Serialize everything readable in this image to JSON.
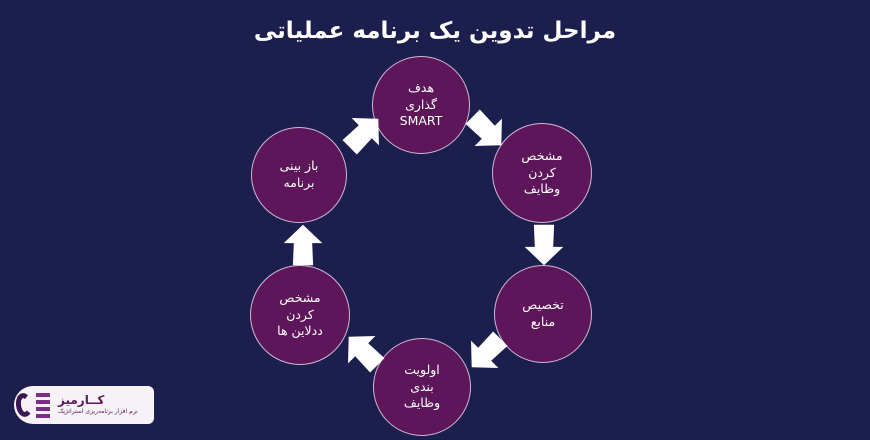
{
  "slide": {
    "title": "مراحل تدوین یک برنامه عملیاتی",
    "background_color": "#1c1e4e",
    "title_color": "#ffffff",
    "node_fill_color": "#5d1659",
    "node_border_color": "#cdb8d6",
    "arrow_color": "#ffffff"
  },
  "cycle": {
    "nodes": [
      {
        "id": "goal-setting-smart",
        "label": "هدف\nگذاری\nSMART",
        "position": "top"
      },
      {
        "id": "define-tasks",
        "label": "مشخص\nکردن\nوظایف",
        "position": "top-right"
      },
      {
        "id": "allocate-resources",
        "label": "تخصیص\nمنابع",
        "position": "bottom-right"
      },
      {
        "id": "prioritize-tasks",
        "label": "اولویت\nبندی\nوظایف",
        "position": "bottom"
      },
      {
        "id": "define-deadlines",
        "label": "مشخص\nکردن\nددلاین ها",
        "position": "bottom-left"
      },
      {
        "id": "review-plan",
        "label": "باز بینی\nبرنامه",
        "position": "top-left"
      }
    ],
    "arrows": [
      {
        "id": "arrow-goal-to-tasks",
        "icon": "arrow-down-right-icon"
      },
      {
        "id": "arrow-tasks-to-resources",
        "icon": "arrow-down-icon"
      },
      {
        "id": "arrow-resources-to-priority",
        "icon": "arrow-down-left-icon"
      },
      {
        "id": "arrow-priority-to-deadlines",
        "icon": "arrow-up-left-icon"
      },
      {
        "id": "arrow-deadlines-to-review",
        "icon": "arrow-up-icon"
      },
      {
        "id": "arrow-review-to-goal",
        "icon": "arrow-up-right-icon"
      }
    ]
  },
  "logo": {
    "name": "کــارمیز",
    "tagline": "نرم افزار برنامه‌ریزی استراتژیک",
    "mark_color": "#3b1452",
    "accent_color": "#7b2e86",
    "plate_color": "#f6f2f8"
  }
}
